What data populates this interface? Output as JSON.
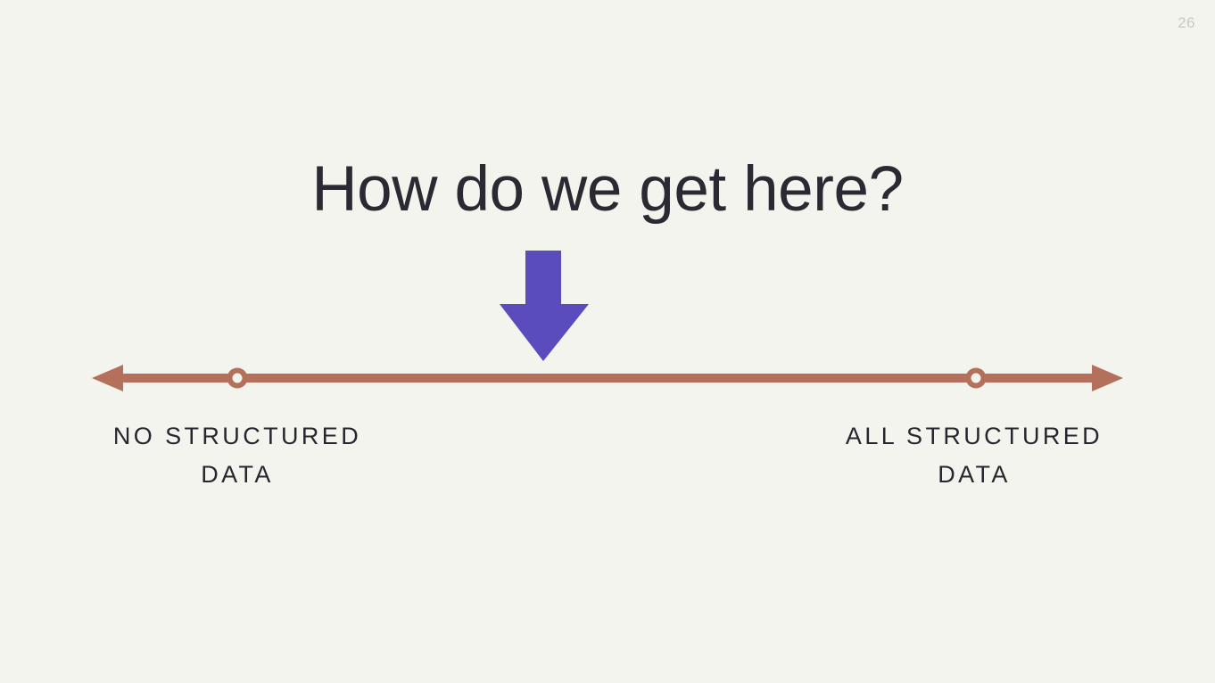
{
  "slide": {
    "page_number": "26",
    "title": "How do we get here?",
    "background_color": "#f4f4ef",
    "title_color": "#2a2a33",
    "page_number_color": "#c9c9c2"
  },
  "down_arrow": {
    "icon": "arrow-down-icon",
    "color": "#5b4cbe"
  },
  "spectrum": {
    "icon": "double-headed-arrow-icon",
    "line_color": "#b5705c",
    "marker_fill": "#f4f4ef",
    "labels": [
      {
        "name": "no-structured-data",
        "line1": "NO STRUCTURED",
        "line2": "DATA"
      },
      {
        "name": "all-structured-data",
        "line1": "ALL STRUCTURED",
        "line2": "DATA"
      }
    ]
  }
}
